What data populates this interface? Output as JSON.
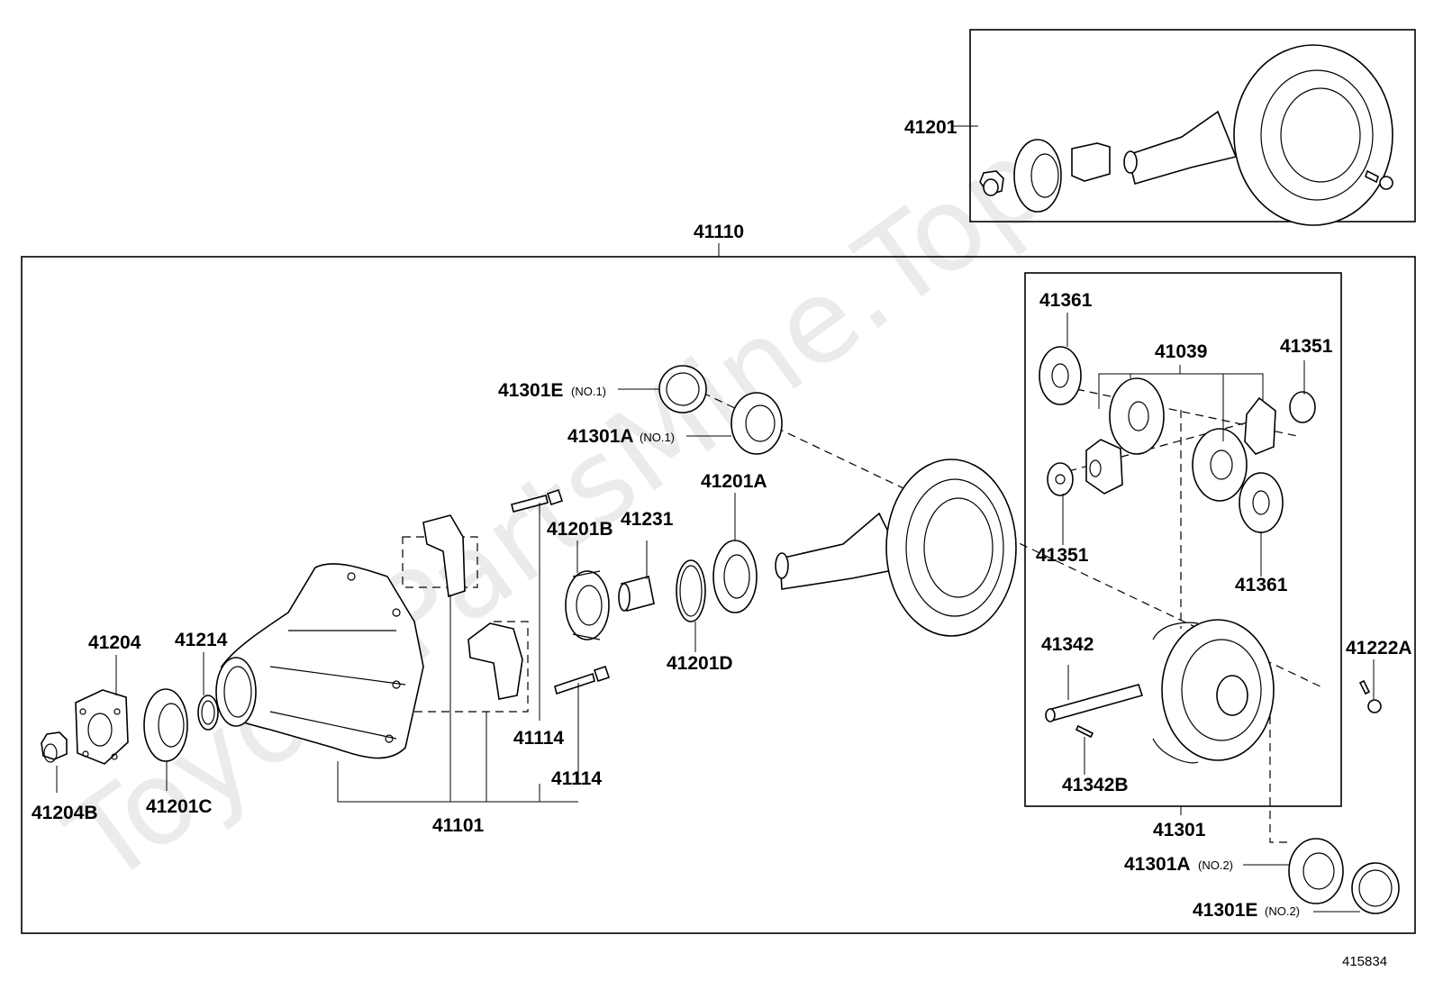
{
  "watermark": "ToyotaPartsMine.Top",
  "reference_code": "415834",
  "labels": {
    "p41201": "41201",
    "p41110": "41110",
    "p41361_top": "41361",
    "p41039": "41039",
    "p41351_top": "41351",
    "p41351_bot": "41351",
    "p41361_bot": "41361",
    "p41301E_1": "41301E",
    "p41301E_1_sub": "(NO.1)",
    "p41301A_1": "41301A",
    "p41301A_1_sub": "(NO.1)",
    "p41201A": "41201A",
    "p41201B": "41201B",
    "p41231": "41231",
    "p41201D": "41201D",
    "p41204": "41204",
    "p41214": "41214",
    "p41204B": "41204B",
    "p41201C": "41201C",
    "p41114_a": "41114",
    "p41114_b": "41114",
    "p41101": "41101",
    "p41342": "41342",
    "p41342B": "41342B",
    "p41301": "41301",
    "p41222A": "41222A",
    "p41301A_2": "41301A",
    "p41301A_2_sub": "(NO.2)",
    "p41301E_2": "41301E",
    "p41301E_2_sub": "(NO.2)"
  }
}
